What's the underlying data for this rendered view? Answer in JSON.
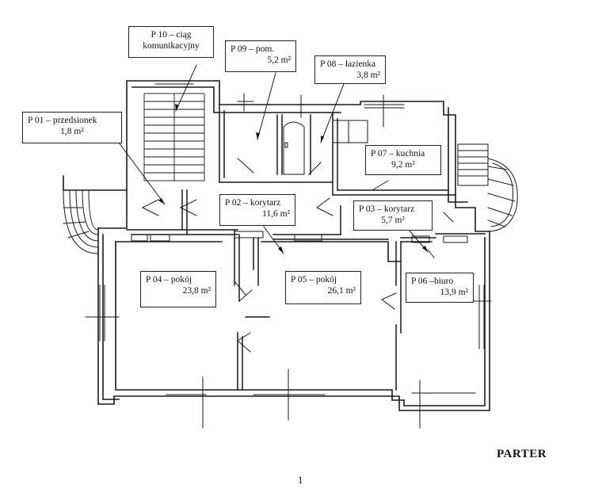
{
  "plan": {
    "title": "PARTER",
    "page_number": "1",
    "rooms": [
      {
        "id": "P 10",
        "name": "P 10 – ciąg",
        "area": "komunikacyjny"
      },
      {
        "id": "P 09",
        "name": "P 09 – pom.",
        "area": "5,2 m²"
      },
      {
        "id": "P 08",
        "name": "P 08 – łazienka",
        "area": "3,8 m²"
      },
      {
        "id": "P 01",
        "name": "P 01 – przedsionek",
        "area": "1,8 m²"
      },
      {
        "id": "P 07",
        "name": "P 07 – kuchnia",
        "area": "9,2 m²"
      },
      {
        "id": "P 02",
        "name": "P 02 – korytarz",
        "area": "11,6 m²"
      },
      {
        "id": "P 03",
        "name": "P 03 – korytarz",
        "area": "5,7 m²"
      },
      {
        "id": "P 04",
        "name": "P 04 – pokój",
        "area": "23,8 m²"
      },
      {
        "id": "P 05",
        "name": "P 05 – pokój",
        "area": "26,1 m²"
      },
      {
        "id": "P 06",
        "name": "P 06 –biuro",
        "area": "13,9 m²"
      }
    ]
  }
}
